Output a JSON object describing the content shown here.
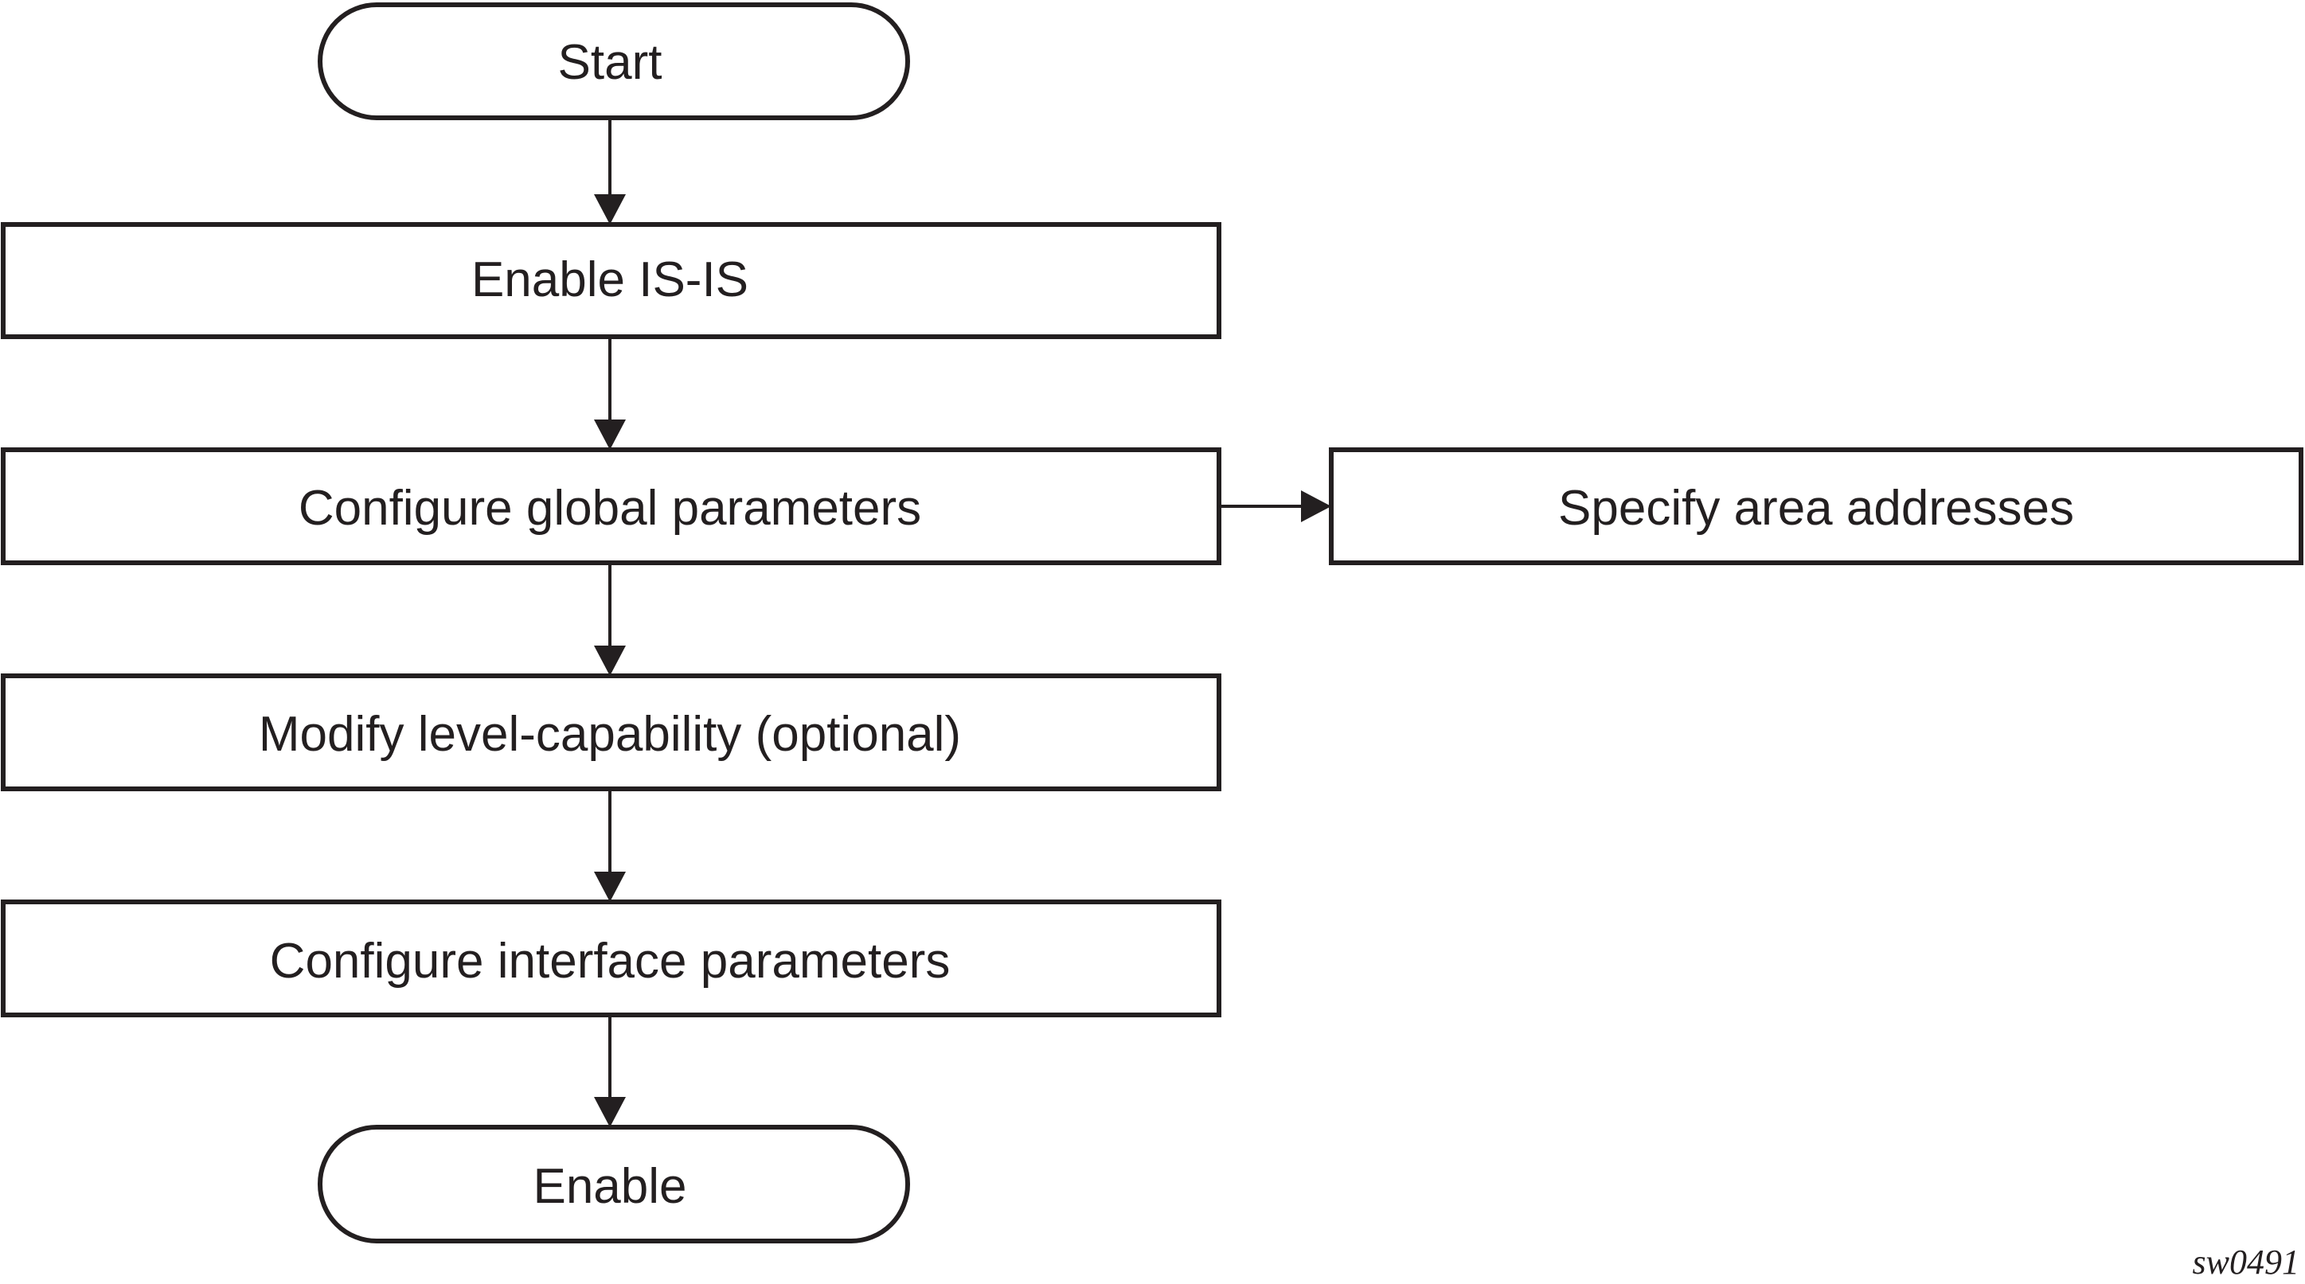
{
  "nodes": {
    "start": "Start",
    "enable_isis": "Enable IS-IS",
    "configure_global": "Configure global parameters",
    "specify_area": "Specify area addresses",
    "modify_level": "Modify level-capability (optional)",
    "configure_interface": "Configure interface parameters",
    "end": "Enable"
  },
  "figure_id": "sw0491",
  "colors": {
    "stroke": "#231f20",
    "fill": "#ffffff"
  }
}
